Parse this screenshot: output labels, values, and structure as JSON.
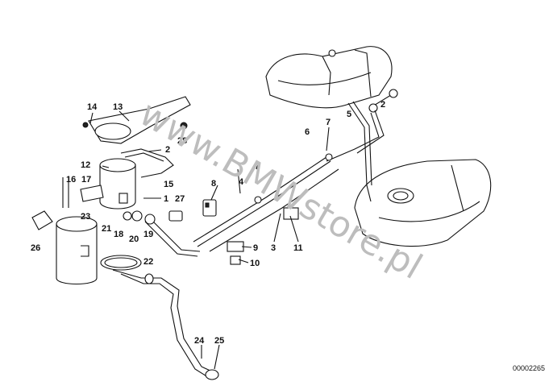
{
  "watermark": "www.BMWstore.pl",
  "diagram_code": "00002265",
  "callouts": [
    "14",
    "13",
    "2",
    "28",
    "12",
    "16",
    "17",
    "15",
    "1",
    "8",
    "27",
    "4",
    "7",
    "6",
    "7",
    "5",
    "2",
    "23",
    "21",
    "18",
    "20",
    "19",
    "26",
    "22",
    "9",
    "10",
    "3",
    "11",
    "24",
    "25"
  ]
}
